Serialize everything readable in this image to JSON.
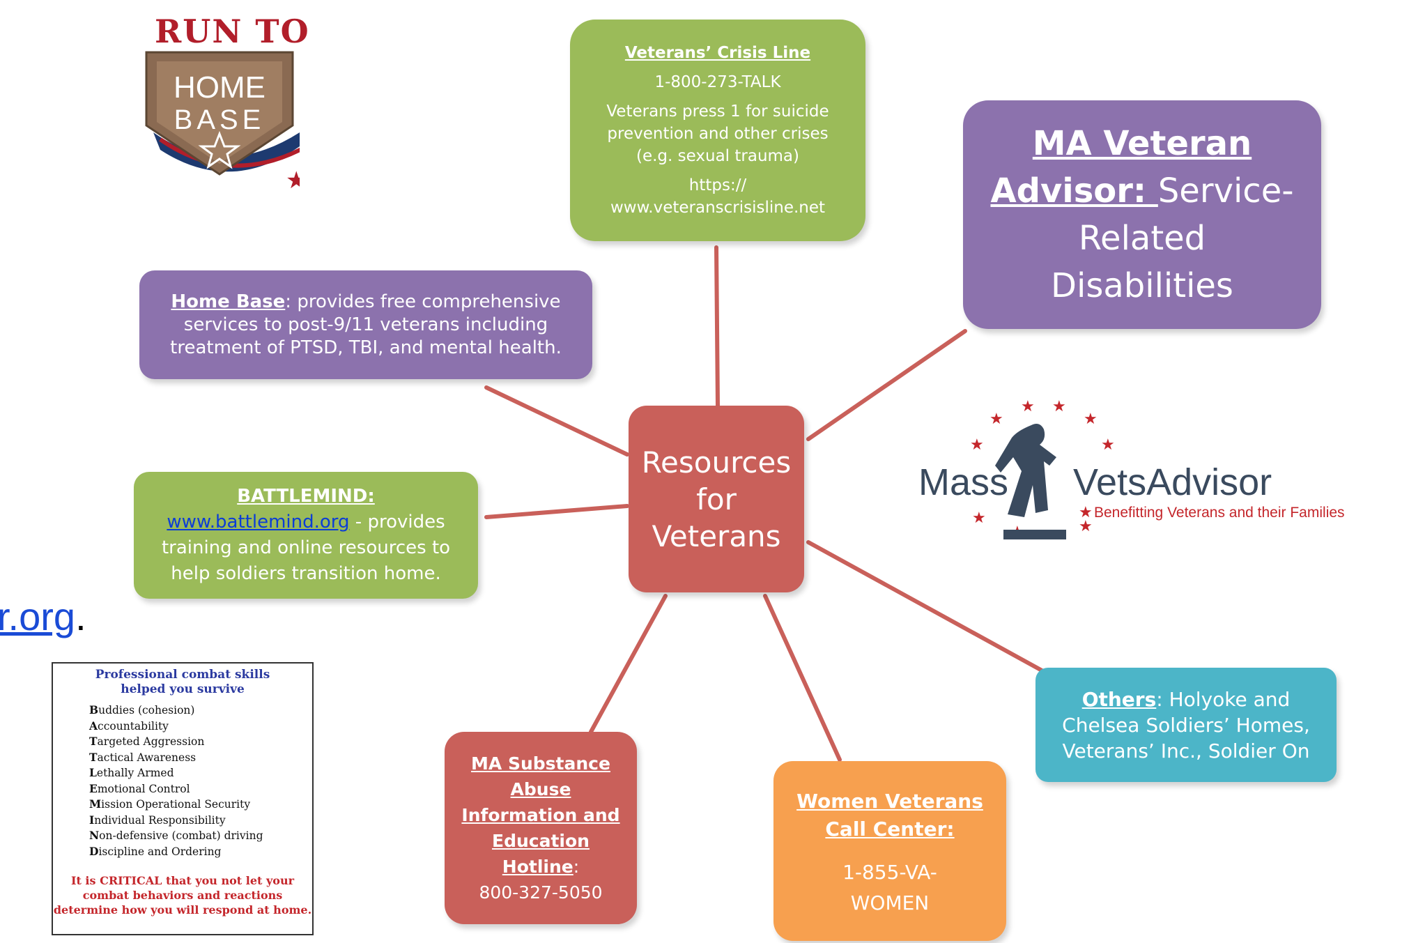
{
  "logo": {
    "run_to": "RUN TO",
    "home": "HOME",
    "base": "BASE"
  },
  "center": {
    "line1": "Resources",
    "line2": "for",
    "line3": "Veterans"
  },
  "crisis_line": {
    "title": "Veterans’ Crisis Line",
    "phone": "1-800-273-TALK",
    "desc": "Veterans press 1 for suicide prevention and other crises (e.g. sexual trauma)",
    "url1": "https://",
    "url2": "www.veteranscrisisline.net"
  },
  "home_base": {
    "title": "Home Base",
    "desc": ": provides free comprehensive services to post-9/11 veterans including treatment of PTSD, TBI, and mental health."
  },
  "ma_advisor": {
    "line1": "MA Veteran",
    "line2_u": "Advisor: ",
    "line2_rest": "Service-",
    "line3": "Related",
    "line4": "Disabilities"
  },
  "battlemind": {
    "title": "BATTLEMIND:",
    "link": "www.battlemind.org",
    "desc": " - provides training and online resources to help soldiers transition home."
  },
  "mass_vets": {
    "mass": "Mass",
    "vets": "VetsAdvisor",
    "tagline": "Benefitting Veterans and their Families"
  },
  "fragment": {
    "text": "r.org",
    "period": "."
  },
  "battle_card": {
    "head1": "Professional combat skills",
    "head2": "helped you survive",
    "items": [
      {
        "first": "B",
        "rest": "uddies (cohesion)"
      },
      {
        "first": "A",
        "rest": "ccountability"
      },
      {
        "first": "T",
        "rest": "argeted Aggression"
      },
      {
        "first": "T",
        "rest": "actical Awareness"
      },
      {
        "first": "L",
        "rest": "ethally Armed"
      },
      {
        "first": "E",
        "rest": "motional Control"
      },
      {
        "first": "M",
        "rest": "ission Operational Security"
      },
      {
        "first": "I",
        "rest": "ndividual Responsibility"
      },
      {
        "first": "N",
        "rest": "on-defensive (combat) driving"
      },
      {
        "first": "D",
        "rest": "iscipline and Ordering"
      }
    ],
    "foot": "It is CRITICAL that you not let your combat behaviors and reactions determine how you will respond at home."
  },
  "substance": {
    "title": "MA Substance Abuse Information and Education Hotline",
    "colon": ":",
    "phone": "800-327-5050"
  },
  "women": {
    "title": "Women Veterans Call Center:",
    "phone1": "1-855-VA-",
    "phone2": "WOMEN"
  },
  "others": {
    "title": "Others",
    "desc": ": Holyoke and Chelsea Soldiers’ Homes, Veterans’ Inc., Soldier On"
  },
  "colors": {
    "green": "#9bbb59",
    "purple": "#8c72ad",
    "red": "#c9605a",
    "orange": "#f7a04f",
    "teal": "#4cb5c8",
    "line": "#c9605a"
  }
}
